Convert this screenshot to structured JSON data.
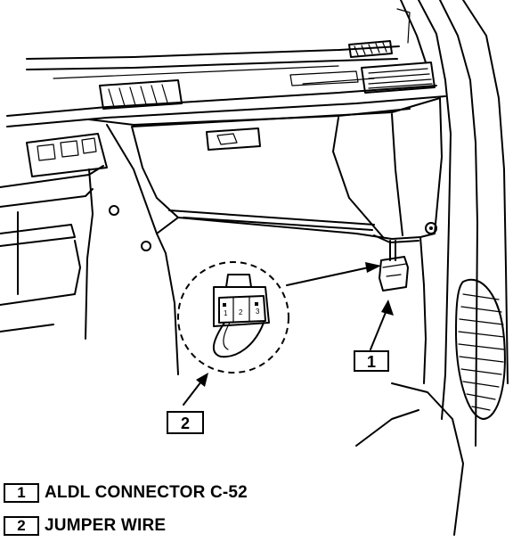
{
  "callouts": [
    {
      "number": "1",
      "label": "ALDL CONNECTOR C-52"
    },
    {
      "number": "2",
      "label": "JUMPER WIRE"
    }
  ],
  "connector_pins": [
    "1",
    "2",
    "3"
  ]
}
